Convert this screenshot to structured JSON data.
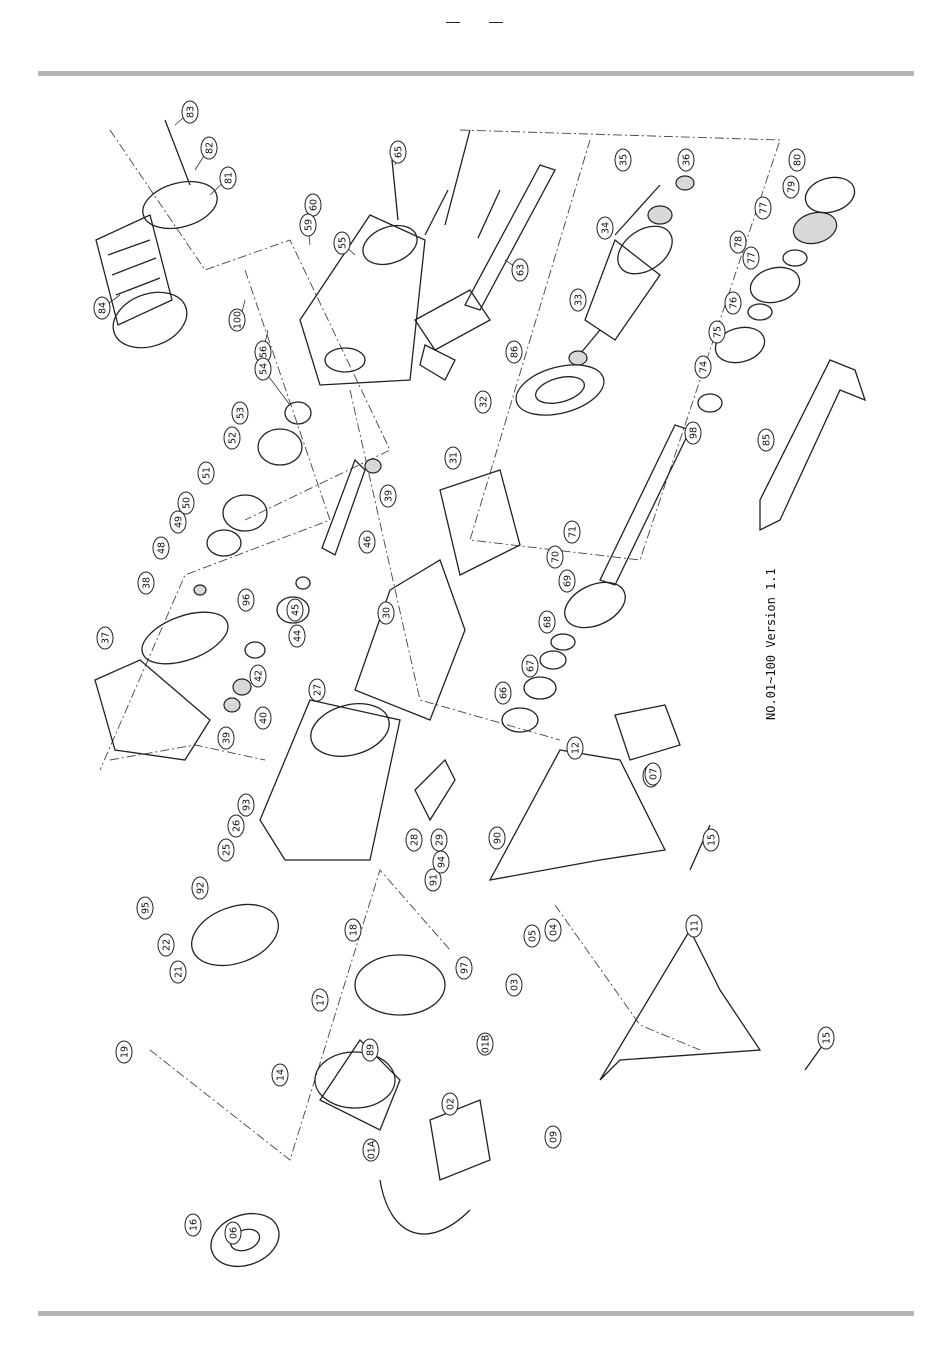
{
  "header": {
    "rule_color": "#b5b5b5"
  },
  "caption": "NO.01~100 Version 1.1",
  "part_labels": [
    "83",
    "82",
    "81",
    "84",
    "65",
    "100",
    "60",
    "59",
    "55",
    "63",
    "56",
    "54",
    "53",
    "52",
    "51",
    "50",
    "49",
    "48",
    "38",
    "37",
    "96",
    "39",
    "40",
    "42",
    "44",
    "45",
    "46",
    "39",
    "36",
    "35",
    "34",
    "33",
    "86",
    "32",
    "31",
    "30",
    "27",
    "93",
    "26",
    "25",
    "92",
    "95",
    "22",
    "21",
    "19",
    "18",
    "17",
    "89",
    "16",
    "06",
    "14",
    "01A",
    "02",
    "01B",
    "03",
    "09",
    "97",
    "91",
    "94",
    "28",
    "29",
    "90",
    "12",
    "13",
    "07",
    "15",
    "15",
    "11",
    "05",
    "04",
    "66",
    "67",
    "68",
    "69",
    "70",
    "71",
    "98",
    "74",
    "75",
    "76",
    "77",
    "78",
    "77",
    "79",
    "80",
    "85"
  ],
  "footer": {
    "rule_color": "#b5b5b5"
  }
}
